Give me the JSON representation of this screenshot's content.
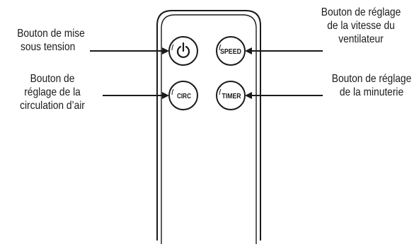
{
  "labels": {
    "power": [
      "Bouton de mise",
      "sous tension"
    ],
    "speed": [
      "Bouton de réglage",
      "de la vitesse du",
      "ventilateur"
    ],
    "circ": [
      "Bouton de",
      "réglage de la",
      "circulation d’air"
    ],
    "timer": [
      "Bouton de réglage",
      "de la minuterie"
    ]
  },
  "buttons": {
    "speed": "SPEED",
    "circ": "CIRC",
    "timer": "TIMER"
  },
  "icons": {
    "power": "power-icon"
  },
  "colors": {
    "ink": "#1a1a1a",
    "background": "#ffffff"
  }
}
